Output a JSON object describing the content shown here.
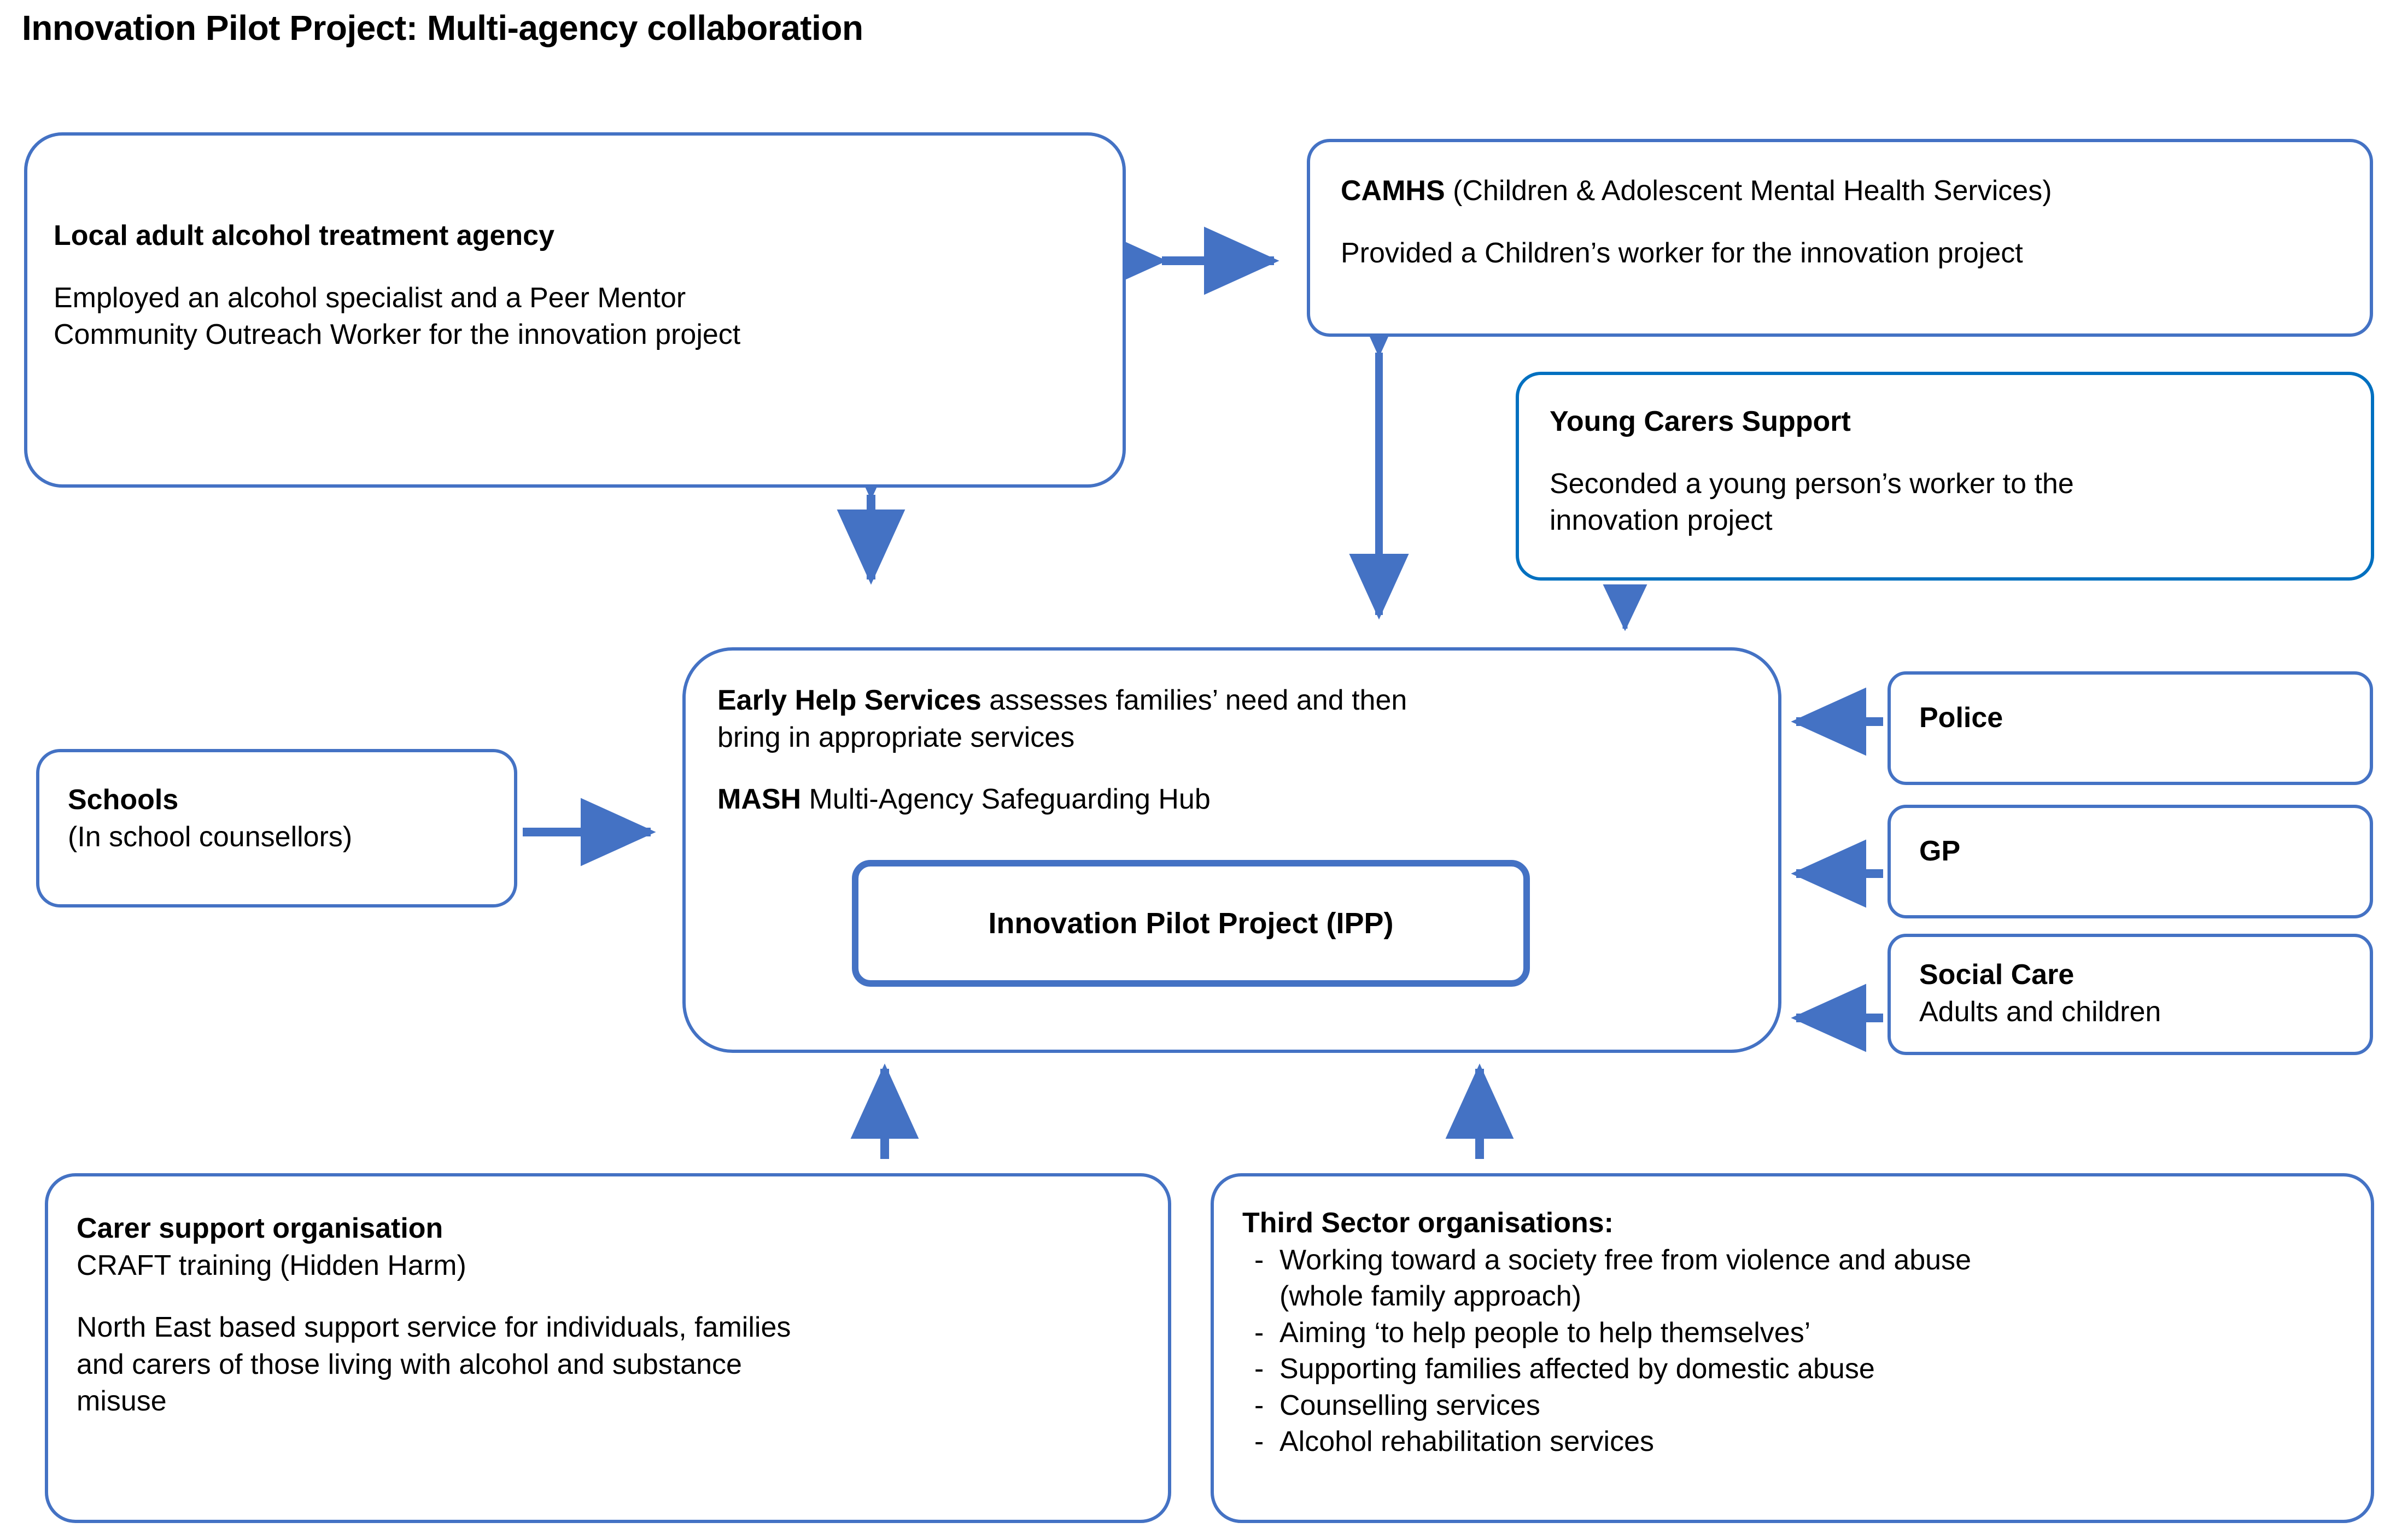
{
  "title": "Innovation Pilot Project: Multi-agency collaboration",
  "colors": {
    "box_border": "#4472C4",
    "highlight_border": "#0070C0",
    "arrow": "#4472C4",
    "text": "#000000",
    "background": "#FFFFFF"
  },
  "nodes": {
    "alcohol_agency": {
      "heading": "Local adult alcohol treatment agency",
      "body_line_1": "Employed an alcohol specialist and a Peer Mentor",
      "body_line_2": "Community Outreach Worker for the innovation project"
    },
    "camhs": {
      "heading_bold": "CAMHS",
      "heading_rest": " (Children & Adolescent Mental Health Services)",
      "body": "Provided a Children’s worker for the innovation project"
    },
    "young_carers": {
      "heading": "Young Carers Support",
      "body_line_1": "Seconded a young person’s worker to the",
      "body_line_2": "innovation project"
    },
    "early_help": {
      "heading_bold": "Early Help Services",
      "heading_rest": " assesses families’ need and then",
      "heading_line_2": "bring in appropriate services",
      "mash_bold": "MASH",
      "mash_rest": " Multi-Agency Safeguarding Hub",
      "ipp_label": "Innovation Pilot Project (IPP)"
    },
    "schools": {
      "heading": "Schools",
      "body": "(In school counsellors)"
    },
    "police": {
      "heading": "Police"
    },
    "gp": {
      "heading": "GP"
    },
    "social_care": {
      "heading": "Social Care",
      "body": "Adults and children"
    },
    "carer_support": {
      "heading": "Carer support organisation",
      "subheading": "CRAFT training (Hidden Harm)",
      "body_line_1": "North East based support service for individuals, families",
      "body_line_2": "and carers of those living with alcohol and substance",
      "body_line_3": "misuse"
    },
    "third_sector": {
      "heading": "Third Sector organisations:",
      "bullet_marker": "-",
      "bullets": [
        "Working toward a society free from violence and abuse",
        "(whole family approach)",
        "Aiming ‘to help people to help themselves’",
        "Supporting families affected by domestic abuse",
        "Counselling services",
        "Alcohol rehabilitation services"
      ]
    }
  },
  "connections": [
    {
      "name": "alcohol-agency-to-camhs",
      "from": "alcohol_agency",
      "to": "camhs",
      "direction": "bidirectional",
      "orientation": "horizontal"
    },
    {
      "name": "alcohol-agency-to-early-help",
      "from": "alcohol_agency",
      "to": "early_help",
      "direction": "bidirectional",
      "orientation": "vertical"
    },
    {
      "name": "camhs-to-early-help",
      "from": "camhs",
      "to": "early_help",
      "direction": "bidirectional",
      "orientation": "vertical"
    },
    {
      "name": "young-carers-to-early-help",
      "from": "young_carers",
      "to": "early_help",
      "direction": "one-way",
      "orientation": "vertical-down"
    },
    {
      "name": "schools-to-early-help",
      "from": "schools",
      "to": "early_help",
      "direction": "one-way",
      "orientation": "horizontal-right"
    },
    {
      "name": "police-to-early-help",
      "from": "police",
      "to": "early_help",
      "direction": "one-way",
      "orientation": "horizontal-left"
    },
    {
      "name": "gp-to-early-help",
      "from": "gp",
      "to": "early_help",
      "direction": "one-way",
      "orientation": "horizontal-left"
    },
    {
      "name": "social-care-to-early-help",
      "from": "social_care",
      "to": "early_help",
      "direction": "one-way",
      "orientation": "horizontal-left"
    },
    {
      "name": "carer-support-to-early-help",
      "from": "carer_support",
      "to": "early_help",
      "direction": "one-way",
      "orientation": "vertical-up"
    },
    {
      "name": "third-sector-to-early-help",
      "from": "third_sector",
      "to": "early_help",
      "direction": "one-way",
      "orientation": "vertical-up"
    }
  ]
}
